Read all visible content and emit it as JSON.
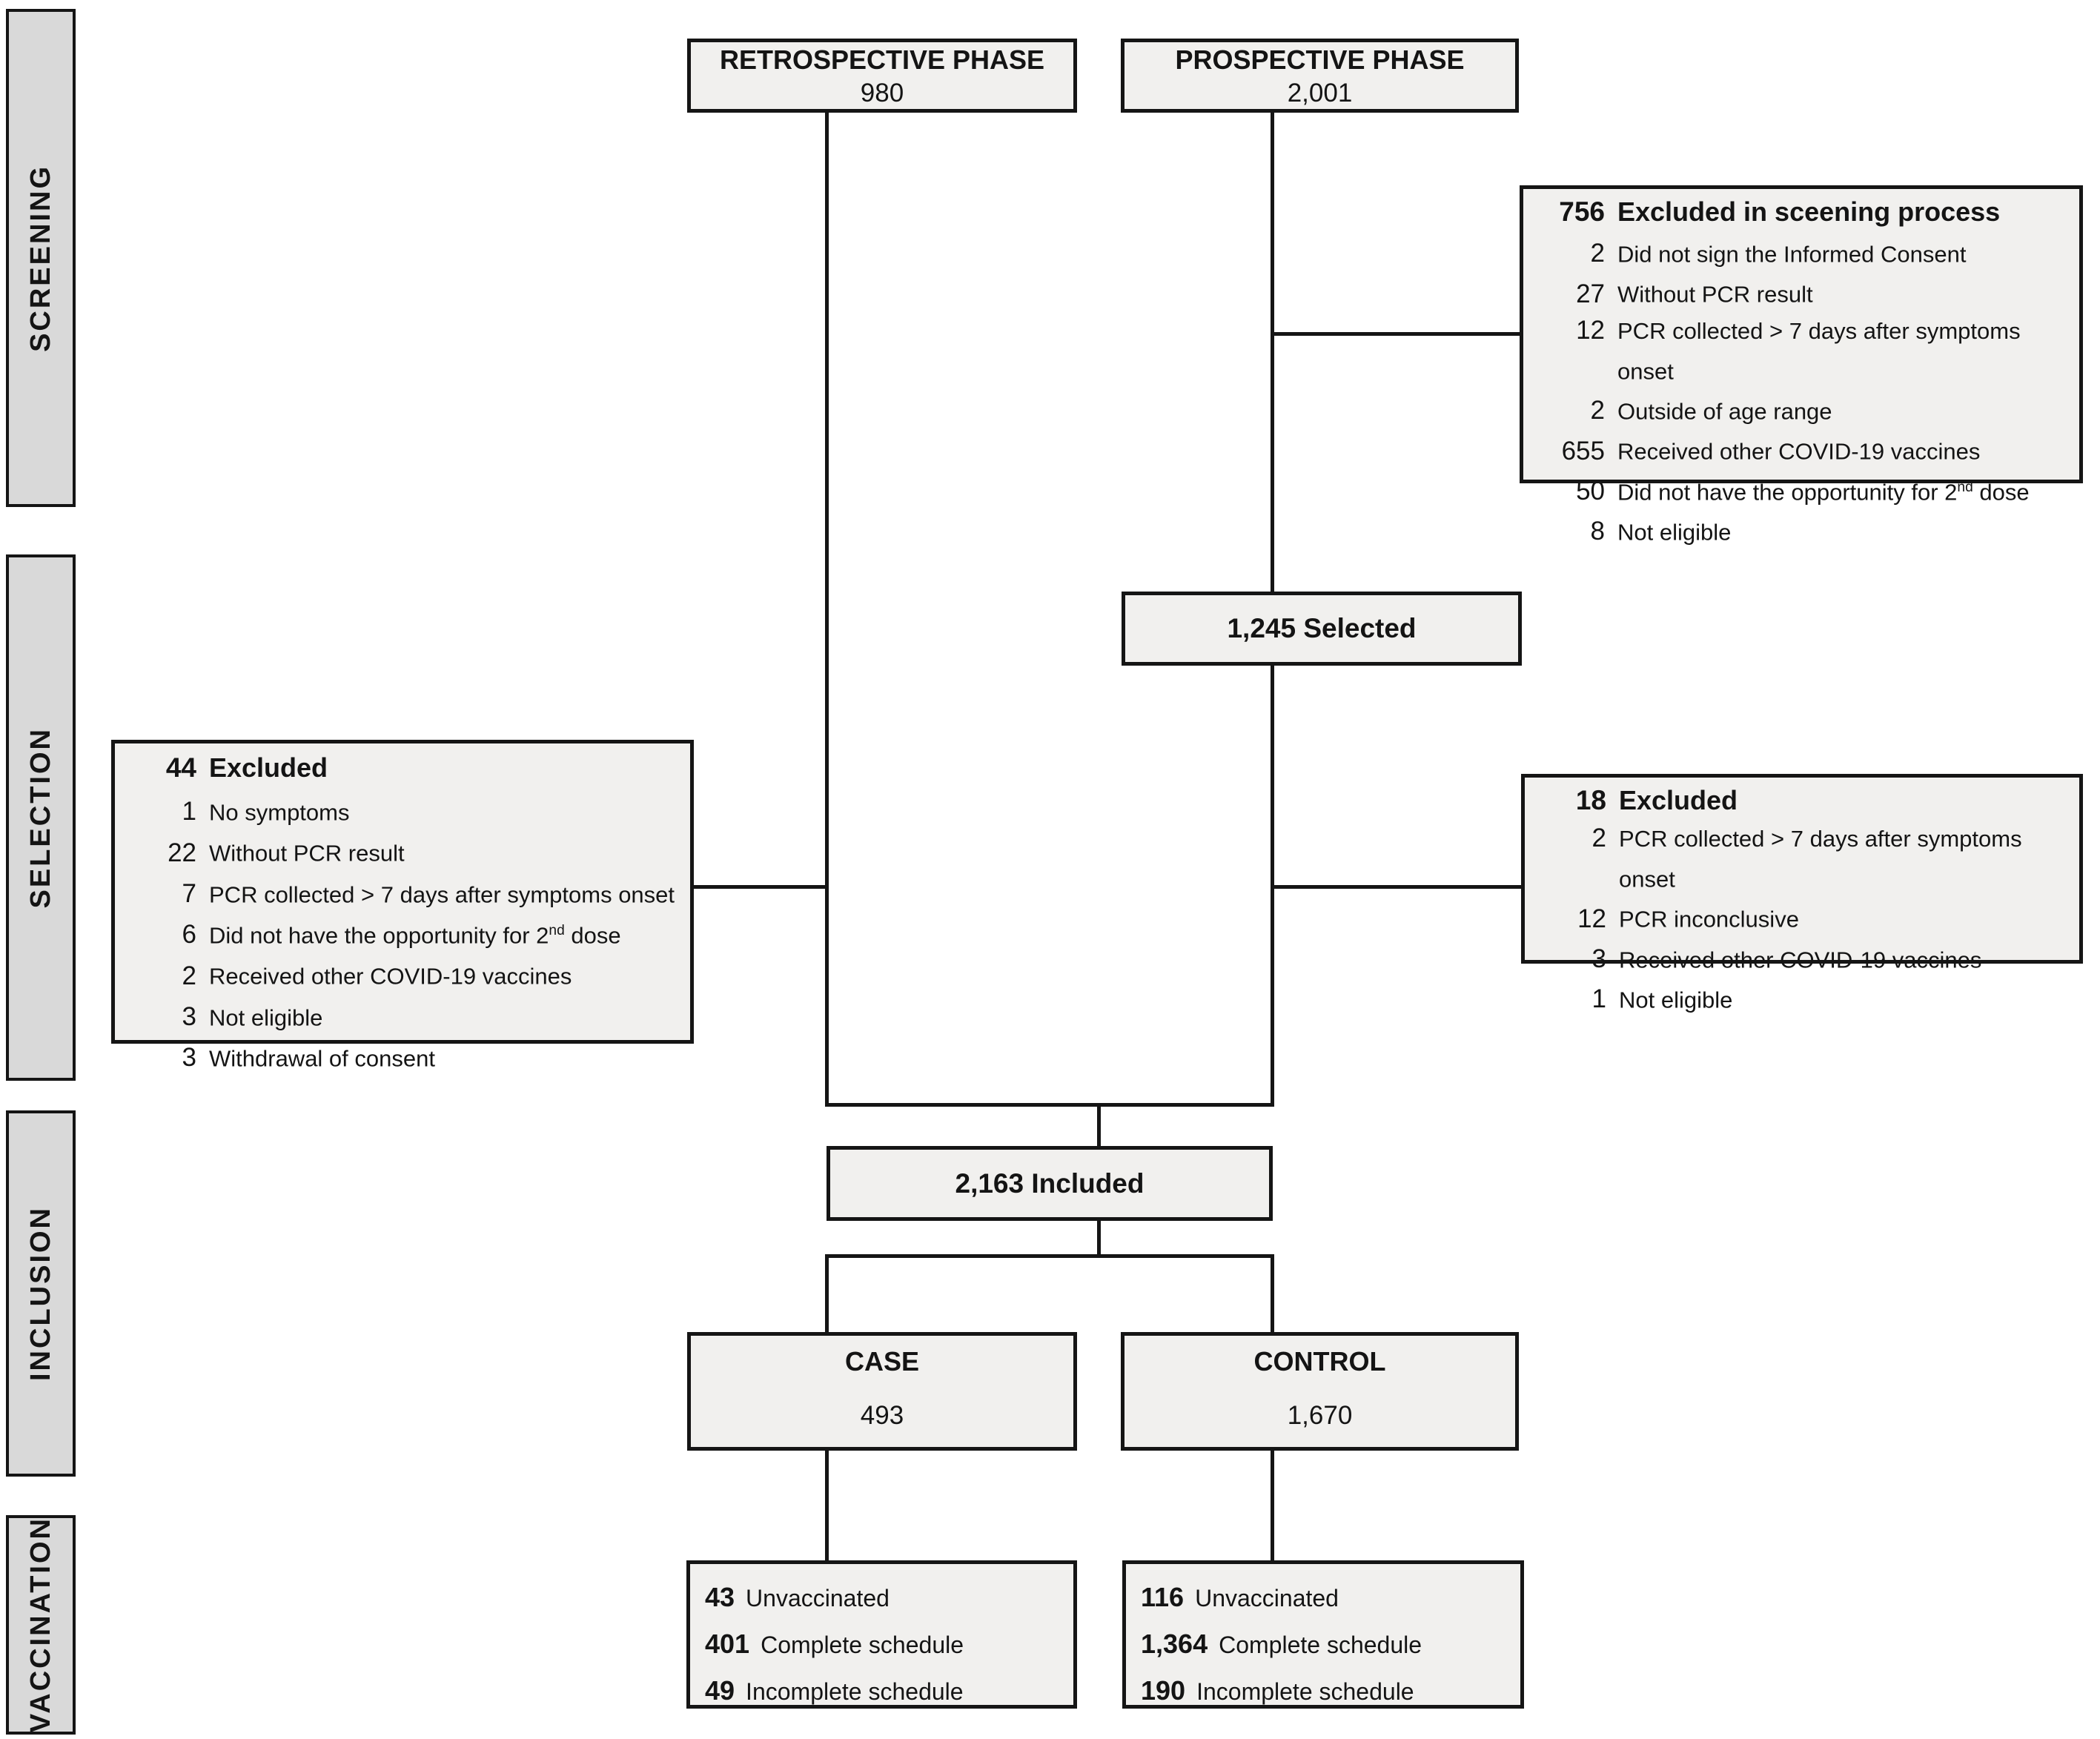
{
  "figure": {
    "sidebar": {
      "screening": "SCREENING",
      "selection": "SELECTION",
      "inclusion": "INCLUSION",
      "vaccination": "VACCINATION"
    },
    "retrospective_phase": {
      "title": "RETROSPECTIVE PHASE",
      "count": "980"
    },
    "prospective_phase": {
      "title": "PROSPECTIVE PHASE",
      "count": "2,001"
    },
    "screening_excluded": {
      "count": "756",
      "title": "Excluded in sceening process",
      "items": [
        {
          "count": "2",
          "label": "Did not sign the Informed Consent"
        },
        {
          "count": "27",
          "label": "Without PCR result"
        },
        {
          "count": "12",
          "label": "PCR collected > 7 days after symptoms onset"
        },
        {
          "count": "2",
          "label": "Outside of age range"
        },
        {
          "count": "655",
          "label": "Received other COVID-19 vaccines"
        },
        {
          "count": "50",
          "label": "Did not have the opportunity for 2",
          "sup": "nd",
          "tail": " dose"
        },
        {
          "count": "8",
          "label": "Not eligible"
        }
      ]
    },
    "selected_box": {
      "label": "1,245 Selected"
    },
    "retrospective_excluded": {
      "count": "44",
      "title": "Excluded",
      "items": [
        {
          "count": "1",
          "label": "No symptoms"
        },
        {
          "count": "22",
          "label": "Without PCR result"
        },
        {
          "count": "7",
          "label": "PCR collected > 7 days after symptoms onset"
        },
        {
          "count": "6",
          "label": "Did not have the opportunity for 2",
          "sup": "nd",
          "tail": " dose"
        },
        {
          "count": "2",
          "label": "Received other COVID-19 vaccines"
        },
        {
          "count": "3",
          "label": "Not eligible"
        },
        {
          "count": "3",
          "label": "Withdrawal of consent"
        }
      ]
    },
    "prospective_excluded": {
      "count": "18",
      "title": "Excluded",
      "items": [
        {
          "count": "2",
          "label": "PCR collected > 7 days after symptoms onset"
        },
        {
          "count": "12",
          "label": "PCR inconclusive"
        },
        {
          "count": "3",
          "label": "Received other COVID-19 vaccines"
        },
        {
          "count": "1",
          "label": "Not eligible"
        }
      ]
    },
    "included_box": {
      "label": "2,163 Included"
    },
    "case_box": {
      "title": "CASE",
      "count": "493"
    },
    "control_box": {
      "title": "CONTROL",
      "count": "1,670"
    },
    "case_vaccination": {
      "items": [
        {
          "count": "43",
          "label": "Unvaccinated"
        },
        {
          "count": "401",
          "label": "Complete schedule"
        },
        {
          "count": "49",
          "label": "Incomplete schedule"
        }
      ]
    },
    "control_vaccination": {
      "items": [
        {
          "count": "116",
          "label": "Unvaccinated"
        },
        {
          "count": "1,364",
          "label": "Complete schedule"
        },
        {
          "count": "190",
          "label": "Incomplete schedule"
        }
      ]
    },
    "colors": {
      "background": "#ffffff",
      "box_fill": "#f1f0ee",
      "sidebar_fill": "#d9d9d9",
      "border": "#151515"
    }
  }
}
